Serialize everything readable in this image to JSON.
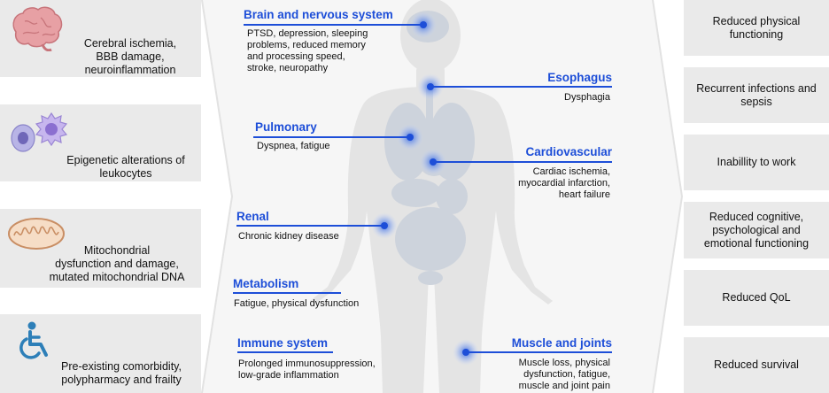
{
  "left_causes": [
    {
      "icon": "brain-icon",
      "text": "Cerebral ischemia,\nBBB damage,\nneuroinflammation"
    },
    {
      "icon": "leukocytes-icon",
      "text": "Epigenetic alterations of\nleukocytes"
    },
    {
      "icon": "mitochondrion-icon",
      "text": "Mitochondrial\ndysfunction and damage,\nmutated mitochondrial DNA"
    },
    {
      "icon": "wheelchair-icon",
      "text": "Pre-existing comorbidity,\npolypharmacy and frailty"
    }
  ],
  "organs": {
    "brain": {
      "title": "Brain and nervous system",
      "desc": "PTSD, depression, sleeping\nproblems,  reduced memory\nand processing speed,\nstroke, neuropathy"
    },
    "esophagus": {
      "title": "Esophagus",
      "desc": "Dysphagia"
    },
    "pulmonary": {
      "title": "Pulmonary",
      "desc": "Dyspnea, fatigue"
    },
    "cardiovascular": {
      "title": "Cardiovascular",
      "desc": "Cardiac ischemia,\nmyocardial infarction,\nheart failure"
    },
    "renal": {
      "title": "Renal",
      "desc": "Chronic kidney disease"
    },
    "metabolism": {
      "title": "Metabolism",
      "desc": "Fatigue, physical dysfunction"
    },
    "immune": {
      "title": "Immune system",
      "desc": "Prolonged immunosuppression,\nlow-grade inflammation"
    },
    "muscle": {
      "title": "Muscle and joints",
      "desc": "Muscle loss, physical\ndysfunction, fatigue,\nmuscle and joint pain"
    }
  },
  "right_outcomes": [
    "Reduced physical\nfunctioning",
    "Recurrent infections and\nsepsis",
    "Inabillity to work",
    "Reduced cognitive,\npsychological and\nemotional functioning",
    "Reduced QoL",
    "Reduced survival"
  ],
  "colors": {
    "accent": "#1d4ed8",
    "box": "#eaeaea",
    "body": "#e4e4e4",
    "organ": "#cdd3dc"
  }
}
